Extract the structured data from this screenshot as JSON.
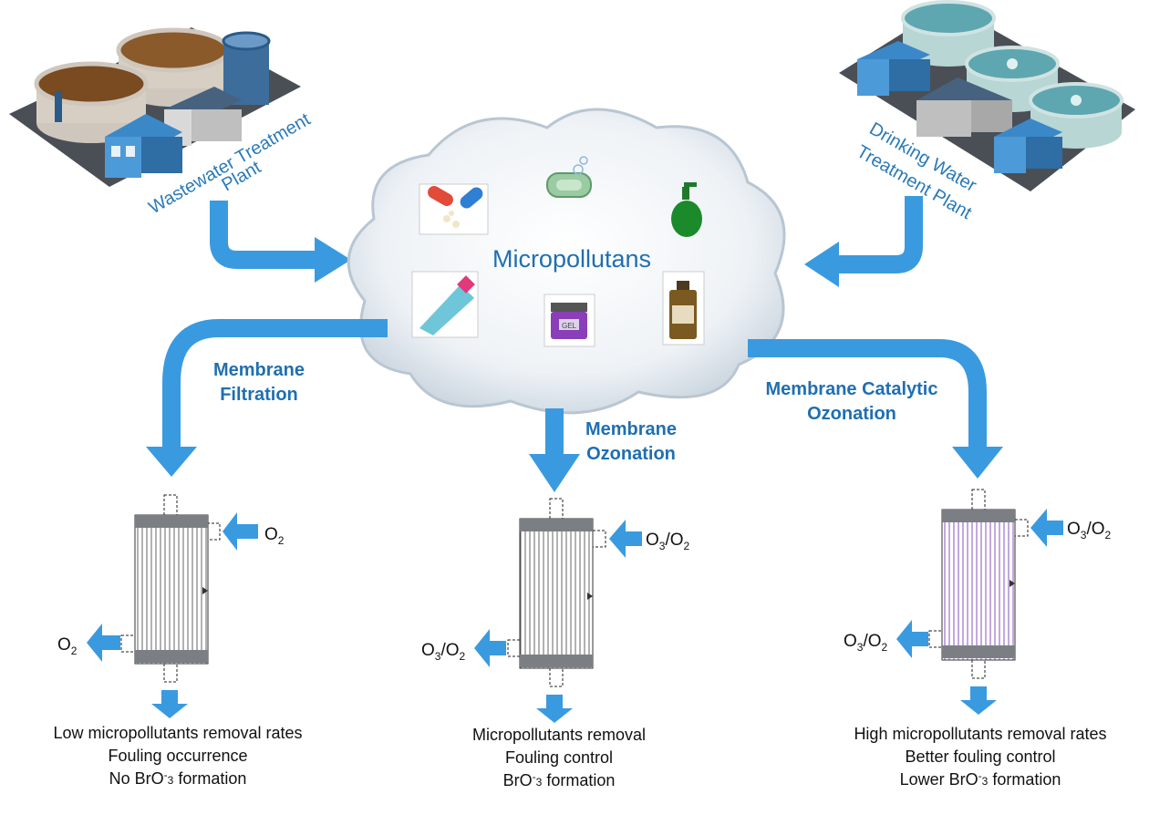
{
  "plants": {
    "wastewater": {
      "label_line1": "Wastewater Treatment",
      "label_line2": "Plant"
    },
    "drinking": {
      "label_line1": "Drinking Water",
      "label_line2": "Treatment Plant"
    }
  },
  "cloud": {
    "title": "Micropollutans",
    "icons": [
      "pills-icon",
      "soap-icon",
      "pump-bottle-icon",
      "toothpaste-icon",
      "gel-jar-icon",
      "medicine-bottle-icon"
    ]
  },
  "processes": [
    {
      "name_line1": "Membrane",
      "name_line2": "Filtration",
      "gas_in": "O",
      "gas_in_sub": "2",
      "gas_out": "O",
      "gas_out_sub": "2",
      "outcome": [
        "Low micropollutants removal rates",
        "Fouling occurrence",
        "No BrO"
      ],
      "outcome_sup": "-",
      "outcome_sub": "3",
      "outcome_tail": " formation"
    },
    {
      "name_line1": "Membrane",
      "name_line2": "Ozonation",
      "gas_in": "O",
      "gas_in_sub": "3",
      "gas_in_mid": "/O",
      "gas_in_sub2": "2",
      "gas_out": "O",
      "gas_out_sub": "3",
      "gas_out_mid": "/O",
      "gas_out_sub2": "2",
      "outcome": [
        "Micropollutants removal",
        "Fouling control",
        "BrO"
      ],
      "outcome_sub": "3",
      "outcome_sup": "-",
      "outcome_tail": " formation"
    },
    {
      "name_line1": "Membrane Catalytic",
      "name_line2": "Ozonation",
      "gas_in": "O",
      "gas_in_sub": "3",
      "gas_in_mid": "/O",
      "gas_in_sub2": "2",
      "gas_out": "O",
      "gas_out_sub": "3",
      "gas_out_mid": "/O",
      "gas_out_sub2": "2",
      "outcome": [
        "High micropollutants removal rates",
        "Better fouling control",
        "Lower BrO"
      ],
      "outcome_sub": "3",
      "outcome_sup": "-",
      "outcome_tail": " formation"
    }
  ],
  "colors": {
    "arrow": "#3a9ae0",
    "label": "#1f6fb2",
    "cloud": "#e3eaf0",
    "membrane_catalytic": "#7a3fb0"
  }
}
